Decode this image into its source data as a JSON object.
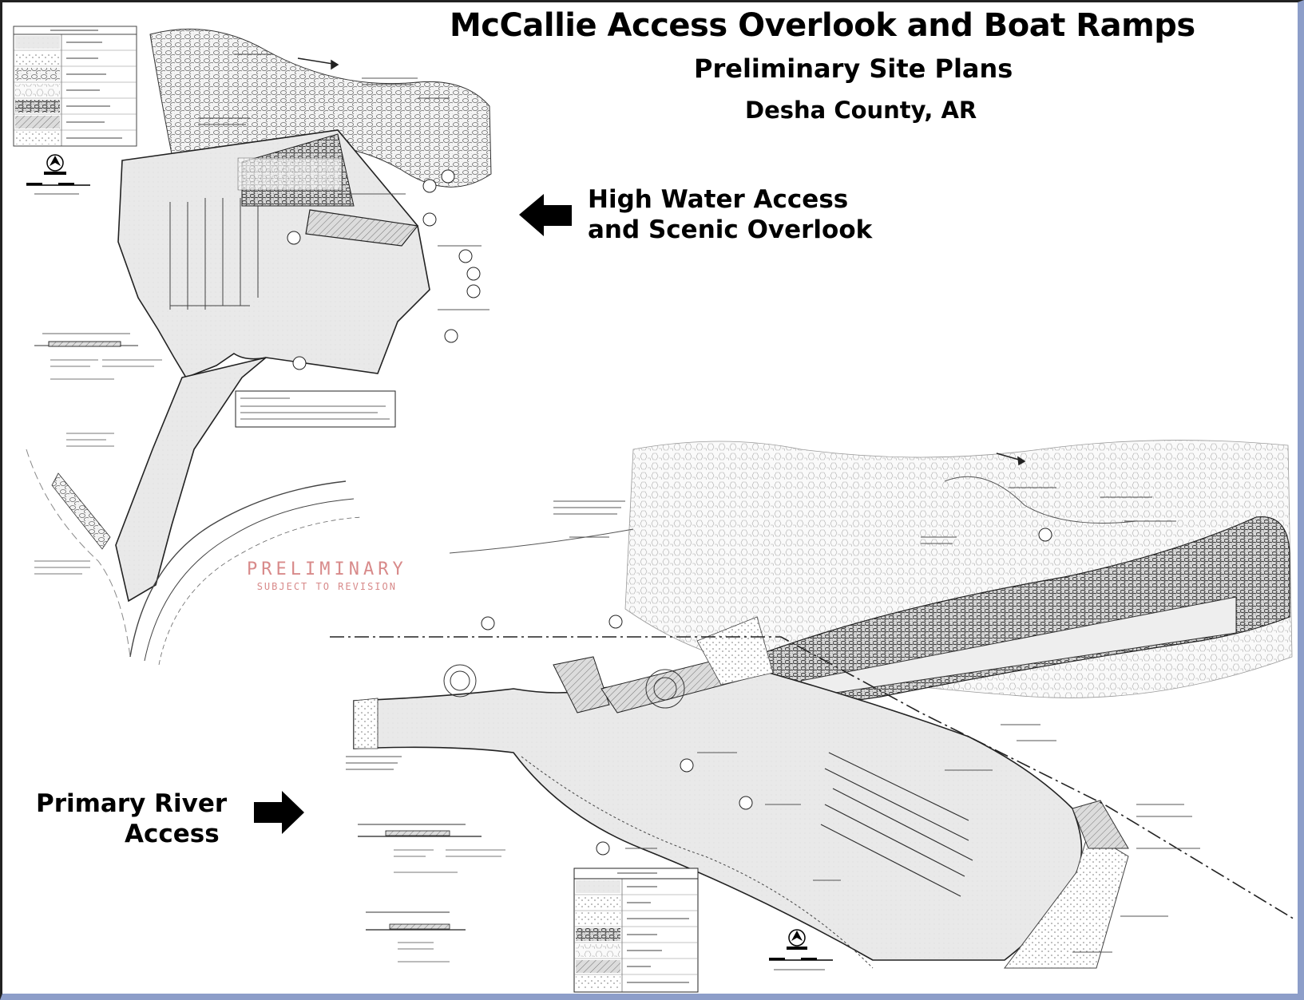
{
  "title": "McCallie Access Overlook and Boat Ramps",
  "subtitle_1": "Preliminary Site Plans",
  "subtitle_2": "Desha County, AR",
  "labels": {
    "high_water_line1": "High Water Access",
    "high_water_line2": "and Scenic Overlook",
    "primary_line1": "Primary River",
    "primary_line2": "Access"
  },
  "stamp": {
    "word": "PRELIMINARY",
    "note": "SUBJECT TO REVISION"
  },
  "icons": [
    "north-arrow-icon",
    "arrow-left-icon",
    "arrow-right-icon"
  ],
  "colors": {
    "frame_accent": "#8d9ec9",
    "stamp": "#d88a8a",
    "pavement": "#e7e7e7"
  }
}
